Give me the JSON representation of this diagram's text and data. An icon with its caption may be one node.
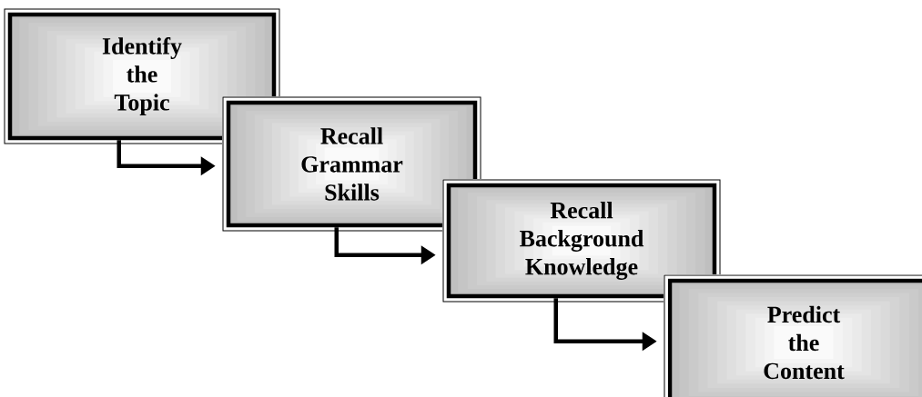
{
  "diagram": {
    "nodes": [
      {
        "text": [
          "Identify the Topic"
        ]
      },
      {
        "text": [
          "Recall Grammar Skills"
        ]
      },
      {
        "text": [
          "Recall Background Knowledge"
        ]
      },
      {
        "text": [
          "Predict the Content"
        ]
      }
    ],
    "edges": [
      {
        "from": 0,
        "to": 1,
        "arrow": "to"
      },
      {
        "from": 1,
        "to": 2,
        "arrow": "to"
      },
      {
        "from": 2,
        "to": 3,
        "arrow": "to"
      }
    ]
  }
}
